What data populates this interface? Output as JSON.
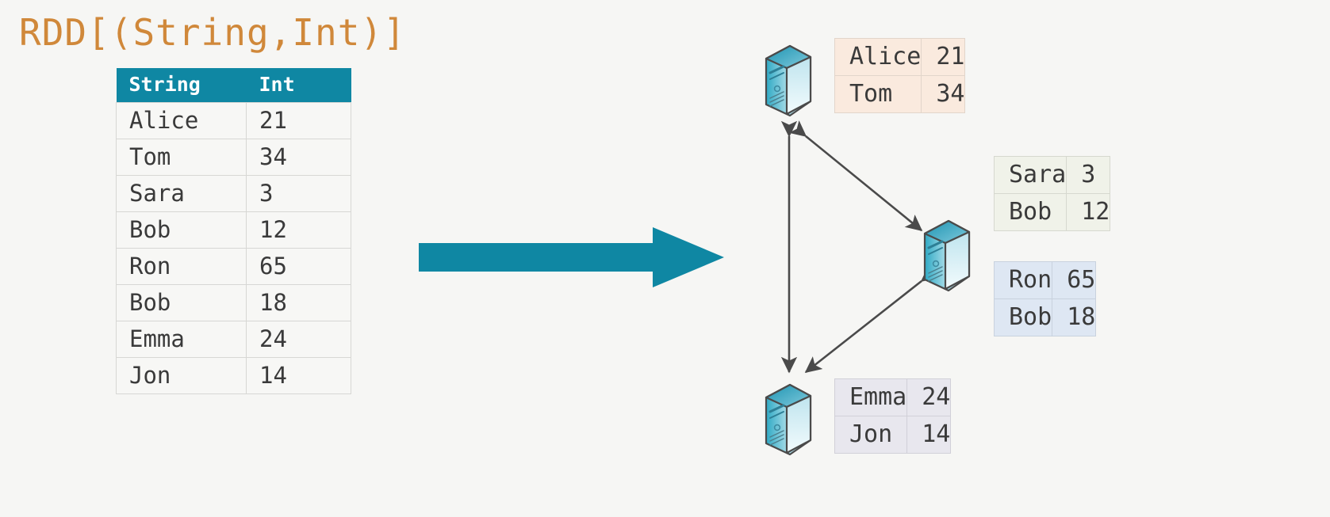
{
  "title": "RDD[(String,Int)]",
  "colors": {
    "background": "#f6f6f4",
    "title_orange": "#d0883a",
    "header_teal": "#0f87a3",
    "arrow_teal": "#0f87a3",
    "connector_gray": "#4a4a4a",
    "partition_peach": "#faeade",
    "partition_green": "#f0f2e9",
    "partition_blue": "#dee7f3",
    "partition_lavender": "#e8e7ee"
  },
  "source_table": {
    "headers": [
      "String",
      "Int"
    ],
    "rows": [
      [
        "Alice",
        "21"
      ],
      [
        "Tom",
        "34"
      ],
      [
        "Sara",
        "3"
      ],
      [
        "Bob",
        "12"
      ],
      [
        "Ron",
        "65"
      ],
      [
        "Bob",
        "18"
      ],
      [
        "Emma",
        "24"
      ],
      [
        "Jon",
        "14"
      ]
    ]
  },
  "transform_arrow": {
    "icon": "right-arrow-icon",
    "direction": "right"
  },
  "cluster": {
    "nodes": [
      {
        "icon": "server-icon",
        "partitions": [
          {
            "tint": "peach",
            "rows": [
              [
                "Alice",
                "21"
              ],
              [
                "Tom",
                "34"
              ]
            ]
          }
        ]
      },
      {
        "icon": "server-icon",
        "partitions": [
          {
            "tint": "green",
            "rows": [
              [
                "Sara",
                "3"
              ],
              [
                "Bob",
                "12"
              ]
            ]
          },
          {
            "tint": "blue",
            "rows": [
              [
                "Ron",
                "65"
              ],
              [
                "Bob",
                "18"
              ]
            ]
          }
        ]
      },
      {
        "icon": "server-icon",
        "partitions": [
          {
            "tint": "lavender",
            "rows": [
              [
                "Emma",
                "24"
              ],
              [
                "Jon",
                "14"
              ]
            ]
          }
        ]
      }
    ],
    "connectors": [
      {
        "name": "connector-top-to-bottom",
        "double_headed": true
      },
      {
        "name": "connector-top-to-middle",
        "double_headed": true
      },
      {
        "name": "connector-middle-to-bottom",
        "double_headed": true
      }
    ]
  }
}
